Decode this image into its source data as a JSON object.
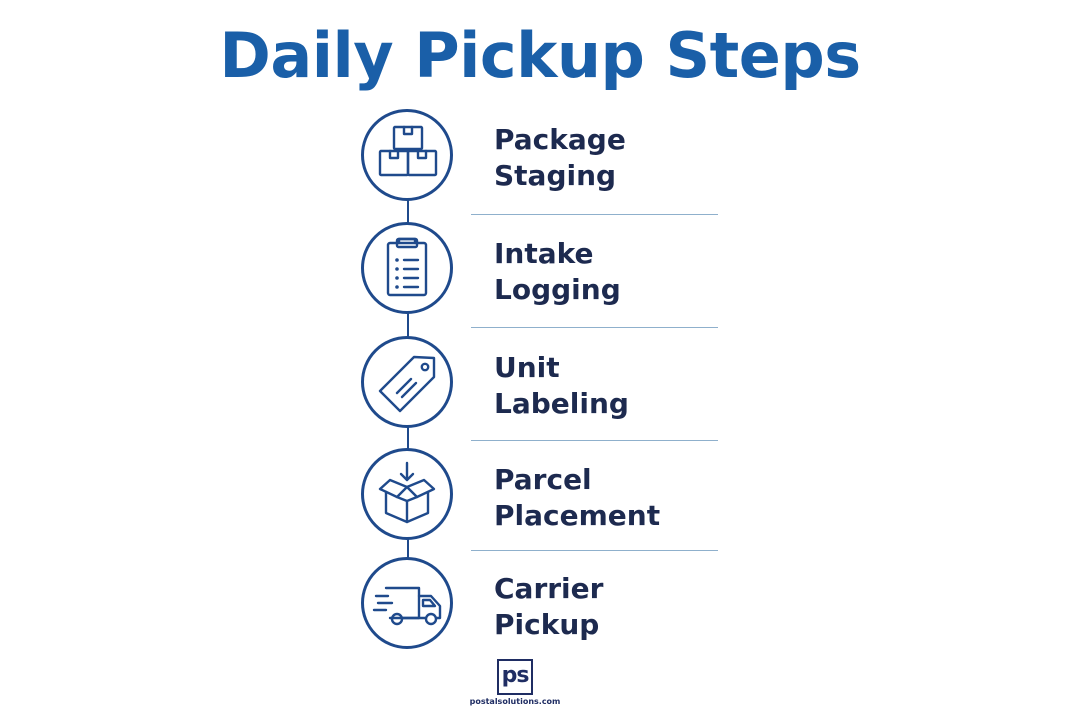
{
  "title": "Daily Pickup Steps",
  "colors": {
    "title": "#1a5fa8",
    "label": "#1d2a4f",
    "icon": "#1f4a8c",
    "divider": "#8fb0cc",
    "connector": "#1f4a8c",
    "logo": "#1f2d63"
  },
  "steps": [
    {
      "icon": "boxes-stack-icon",
      "line1": "Package",
      "line2": "Staging"
    },
    {
      "icon": "clipboard-checklist-icon",
      "line1": "Intake",
      "line2": "Logging"
    },
    {
      "icon": "price-tag-icon",
      "line1": "Unit",
      "line2": "Labeling"
    },
    {
      "icon": "open-box-arrow-icon",
      "line1": "Parcel",
      "line2": "Placement"
    },
    {
      "icon": "delivery-truck-icon",
      "line1": "Carrier",
      "line2": "Pickup"
    }
  ],
  "logo": {
    "mark": "ps",
    "caption": "postalsolutions.com"
  }
}
